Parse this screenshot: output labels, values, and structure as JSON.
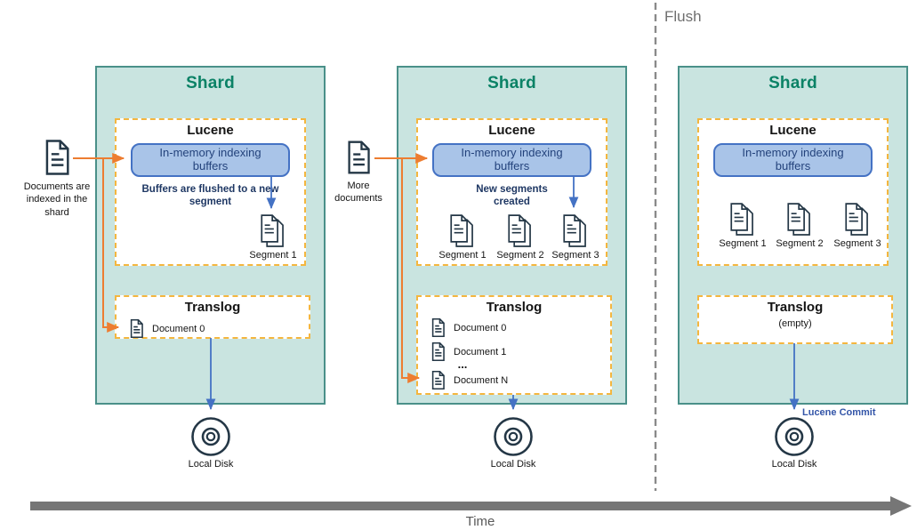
{
  "flush_label": "Flush",
  "time_label": "Time",
  "panels": [
    {
      "title": "Shard",
      "lucene_title": "Lucene",
      "buffer_label": "In-memory indexing buffers",
      "caption": "Buffers are flushed to a new segment",
      "segments": [
        "Segment 1"
      ],
      "translog_title": "Translog",
      "translog_rows": [
        "Document 0"
      ],
      "disk_label": "Local Disk",
      "side_label": "Documents are indexed in the shard"
    },
    {
      "title": "Shard",
      "lucene_title": "Lucene",
      "buffer_label": "In-memory indexing buffers",
      "caption": "New segments created",
      "segments": [
        "Segment 1",
        "Segment 2",
        "Segment 3"
      ],
      "translog_title": "Translog",
      "translog_rows": [
        "Document 0",
        "Document 1",
        "Document N"
      ],
      "translog_ellipsis": "...",
      "disk_label": "Local Disk",
      "side_label": "More documents"
    },
    {
      "title": "Shard",
      "lucene_title": "Lucene",
      "buffer_label": "In-memory indexing buffers",
      "segments": [
        "Segment 1",
        "Segment 2",
        "Segment 3"
      ],
      "translog_title": "Translog",
      "translog_note": "(empty)",
      "disk_label": "Local Disk",
      "commit_label": "Lucene Commit"
    }
  ],
  "colors": {
    "panel_fill": "#C9E4E0",
    "panel_border": "#4A9089",
    "shard_title": "#0B8266",
    "dashed_box_border": "#F4B63F",
    "buffer_fill": "#A9C4E8",
    "buffer_border": "#4472C4",
    "dark_blue_text": "#1F3864",
    "arrow_orange": "#ED7D31",
    "arrow_blue": "#4472C4",
    "icon_stroke": "#243746",
    "flush_gray": "#808080",
    "time_gray": "#767676"
  }
}
